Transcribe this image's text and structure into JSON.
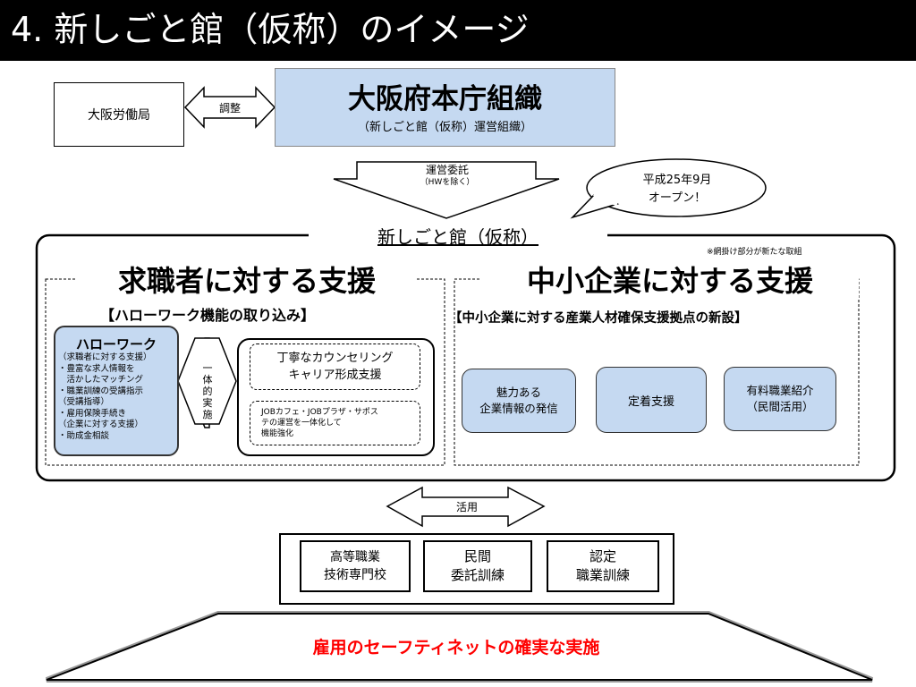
{
  "title": "4. 新しごと館（仮称）のイメージ",
  "labor_bureau": "大阪労働局",
  "coordination": "調整",
  "hq": {
    "title": "大阪府本庁組織",
    "subtitle": "（新しごと館（仮称）運営組織）"
  },
  "outsourcing": {
    "line1": "運営委託",
    "line2": "（HWを除く）"
  },
  "bubble": {
    "line1": "平成25年9月",
    "line2": "オープン！"
  },
  "center_name": "新しごと館（仮称）",
  "note": "※網掛け部分が新たな取組",
  "jobseeker": {
    "heading": "求職者に対する支援",
    "subheading": "【ハローワーク機能の取り込み】",
    "hellowork_title": "ハローワーク",
    "hellowork_lines": [
      "（求職者に対する支援）",
      "・豊富な求人情報を",
      "　活かしたマッチング",
      "・職業訓練の受講指示",
      "（受講指導）",
      "・雇用保険手続き",
      "（企業に対する支援）",
      "・助成金相談"
    ],
    "integrated": [
      "一",
      "体",
      "的",
      "実",
      "施"
    ],
    "counseling": {
      "line1": "丁寧なカウンセリング",
      "line2": "キャリア形成支援"
    },
    "jobcafe": {
      "line1": "JOBカフェ・JOBプラザ・サポス",
      "line2": "テの運営を一体化して",
      "line3": "機能強化"
    }
  },
  "sme": {
    "heading": "中小企業に対する支援",
    "subheading": "【中小企業に対する産業人材確保支援拠点の新設】",
    "items": [
      {
        "line1": "魅力ある",
        "line2": "企業情報の発信"
      },
      {
        "line1": "定着支援",
        "line2": ""
      },
      {
        "line1": "有料職業紹介",
        "line2": "（民間活用）"
      }
    ]
  },
  "utilize": "活用",
  "trainings": [
    {
      "line1": "高等職業",
      "line2": "技術専門校"
    },
    {
      "line1": "民間",
      "line2": "委託訓練"
    },
    {
      "line1": "認定",
      "line2": "職業訓練"
    }
  ],
  "safety_net": "雇用のセーフティネットの確実な実施",
  "colors": {
    "title_bg": "#000000",
    "blue_fill": "#c5d9f1",
    "safety_net_text": "#ff0000"
  }
}
